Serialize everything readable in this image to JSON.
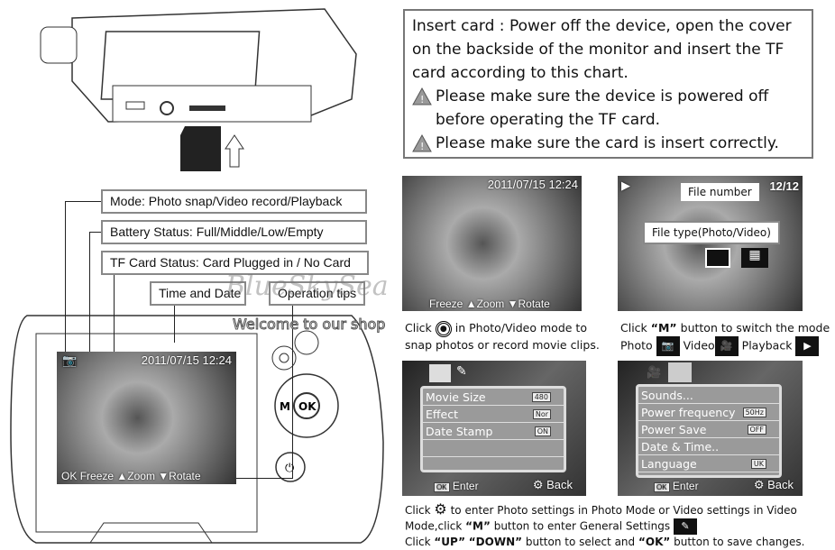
{
  "insert_box": {
    "line1": "Insert card : Power off the device, open the cover",
    "line2": "on the backside of the monitor and insert the TF",
    "line3": "card according to this chart.",
    "warn1a": "Please make sure the device is powered off",
    "warn1b": "before operating the TF card.",
    "warn2": "Please make sure the card is insert correctly."
  },
  "labels": {
    "mode": "Mode: Photo snap/Video record/Playback",
    "battery": "Battery Status: Full/Middle/Low/Empty",
    "tf": "TF Card Status: Card Plugged in / No Card",
    "time": "Time and Date",
    "tips": "Operation tips"
  },
  "screen": {
    "datetime": "2011/07/15  12:24",
    "ok": "OK",
    "freeze": "Freeze",
    "zoom": "Zoom",
    "rotate": "Rotate"
  },
  "device": {
    "m": "M",
    "ok": "OK"
  },
  "watermark": {
    "brand": "BlueSkySea",
    "welcome": "Welcome to our shop"
  },
  "playback": {
    "file_number_label": "File number",
    "file_number": "12/12",
    "file_type_label": "File type(Photo/Video)"
  },
  "captions": {
    "snap_a": "Click",
    "snap_b": "in Photo/Video mode to",
    "snap_c": "snap photos or record movie clips.",
    "mode_a": "Click",
    "mode_m": "“M”",
    "mode_b": "button to switch the mode",
    "photo": "Photo",
    "video": "Video",
    "playback": "Playback",
    "set_a": "Click",
    "set_b": "to enter Photo settings in Photo Mode or Video settings in Video",
    "set_c": "Mode,click",
    "set_m": "“M”",
    "set_d": "button to enter General Settings",
    "set_e": "Click",
    "up": "“UP”",
    "down": "“DOWN”",
    "set_f": "button to select and",
    "okq": "“OK”",
    "set_g": "button to save changes."
  },
  "video_menu": {
    "items": [
      {
        "label": "Movie Size",
        "value": "480"
      },
      {
        "label": "Effect",
        "value": "Nor"
      },
      {
        "label": "Date Stamp",
        "value": "ON"
      }
    ],
    "enter": "Enter",
    "back": "Back",
    "ok": "OK"
  },
  "general_menu": {
    "items": [
      {
        "label": "Sounds...",
        "value": ""
      },
      {
        "label": "Power frequency",
        "value": "50Hz"
      },
      {
        "label": "Power Save",
        "value": "OFF"
      },
      {
        "label": "Date & Time..",
        "value": ""
      },
      {
        "label": "Language",
        "value": "UK"
      }
    ],
    "enter": "Enter",
    "back": "Back",
    "ok": "OK"
  }
}
